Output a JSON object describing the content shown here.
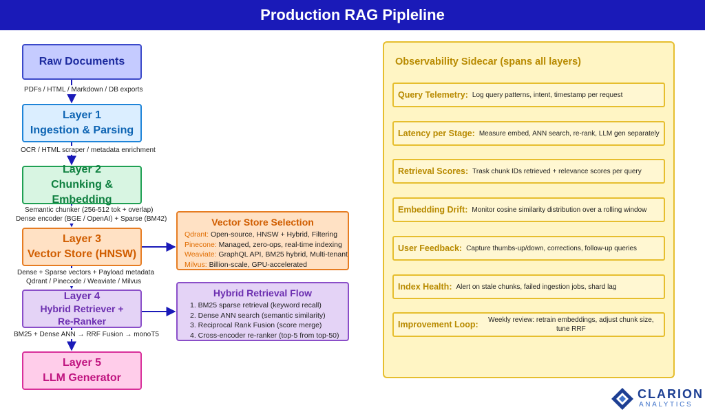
{
  "title": "Production RAG Pipleline",
  "layers": {
    "raw": {
      "l1": "Raw Documents"
    },
    "l1": {
      "l1": "Layer 1",
      "l2": "Ingestion & Parsing"
    },
    "l2": {
      "l1": "Layer 2",
      "l2": "Chunking & Embedding"
    },
    "l3": {
      "l1": "Layer 3",
      "l2": "Vector Store (HNSW)"
    },
    "l4": {
      "l1": "Layer 4",
      "l2": "Hybrid Retriever +",
      "l3": "Re-Ranker"
    },
    "l5": {
      "l1": "Layer 5",
      "l2": "LLM Generator"
    }
  },
  "notes": {
    "raw_l1": "PDFs / HTML / Markdown / DB exports",
    "l1_l2": "OCR / HTML scraper / metadata enrichment",
    "l2_l3_a": "Semantic chunker (256-512 tok + overlap)",
    "l2_l3_b": "Dense encoder (BGE / OpenAI) + Sparse (BM42)",
    "l3_l4_a": "Dense + Sparse vectors + Payload metadata",
    "l3_l4_b": "Qdrant / Pinecode / Weaviate / Milvus",
    "l4_l5": "BM25 + Dense ANN → RRF Fusion → monoT5"
  },
  "vector_store": {
    "title": "Vector Store Selection",
    "rows": [
      {
        "k": "Qdrant:",
        "v": " Open-source, HNSW + Hybrid, Filtering"
      },
      {
        "k": "Pinecone:",
        "v": " Managed, zero-ops, real-time indexing"
      },
      {
        "k": "Weaviate:",
        "v": " GraphQL API, BM25 hybrid, Multi-tenant"
      },
      {
        "k": "Milvus:",
        "v": " Billion-scale, GPU-accelerated"
      }
    ]
  },
  "hybrid": {
    "title": "Hybrid Retrieval Flow",
    "rows": [
      "1. BM25 sparse retrieval (keyword recall)",
      "2. Dense ANN search (semantic similarity)",
      "3. Reciprocal Rank Fusion (score merge)",
      "4. Cross-encoder re-ranker (top-5 from top-50)"
    ]
  },
  "observability": {
    "title": "Observability Sidecar (spans all layers)",
    "items": [
      {
        "k": "Query Telemetry:",
        "v": "Log query patterns, intent, timestamp per request"
      },
      {
        "k": "Latency per Stage:",
        "v": "Measure embed, ANN search, re-rank, LLM gen separately"
      },
      {
        "k": "Retrieval Scores:",
        "v": "Trask chunk IDs retrieved + relevance scores per query"
      },
      {
        "k": "Embedding Drift:",
        "v": "Monitor cosine similarity distribution over a rolling window"
      },
      {
        "k": "User Feedback:",
        "v": "Capture thumbs-up/down, corrections, follow-up queries"
      },
      {
        "k": "Index Health:",
        "v": "Alert on stale chunks, failed ingestion jobs, shard lag"
      },
      {
        "k": "Improvement Loop:",
        "v": "Weekly review: retrain embeddings, adjust chunk size, tune RRF"
      }
    ]
  },
  "logo": {
    "name": "CLARION",
    "sub": "ANALYTICS"
  },
  "colors": {
    "header": "#1a1ab8",
    "arrow": "#1a1ab8"
  }
}
